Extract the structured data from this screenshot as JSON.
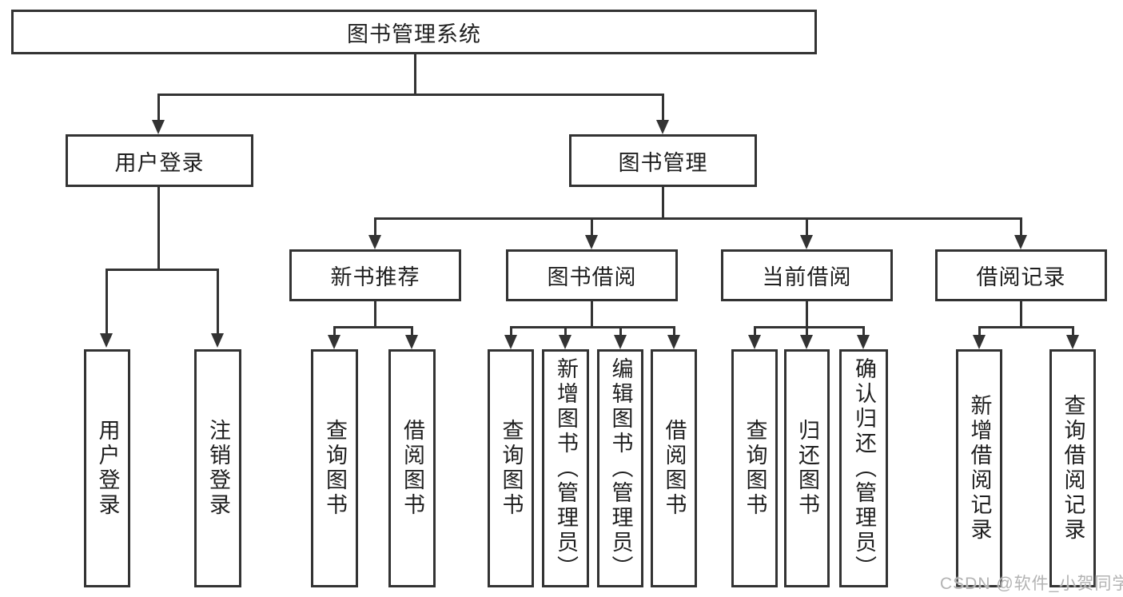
{
  "title": "图书管理系统",
  "colors": {
    "line": "#333333",
    "text": "#1f1f1f",
    "background": "#ffffff",
    "watermark": "#b3b3b3"
  },
  "watermark": {
    "text": "CSDN @软件_小贺同学"
  },
  "tree": {
    "label": "图书管理系统",
    "children": [
      {
        "label": "用户登录",
        "children": [
          {
            "label": "用户登录"
          },
          {
            "label": "注销登录"
          }
        ]
      },
      {
        "label": "图书管理",
        "children": [
          {
            "label": "新书推荐",
            "children": [
              {
                "label": "查询图书"
              },
              {
                "label": "借阅图书"
              }
            ]
          },
          {
            "label": "图书借阅",
            "children": [
              {
                "label": "查询图书"
              },
              {
                "label": "新增图书（管理员）"
              },
              {
                "label": "编辑图书（管理员）"
              },
              {
                "label": "借阅图书"
              }
            ]
          },
          {
            "label": "当前借阅",
            "children": [
              {
                "label": "查询图书"
              },
              {
                "label": "归还图书"
              },
              {
                "label": "确认归还（管理员）"
              }
            ]
          },
          {
            "label": "借阅记录",
            "children": [
              {
                "label": "新增借阅记录"
              },
              {
                "label": "查询借阅记录"
              }
            ]
          }
        ]
      }
    ]
  }
}
